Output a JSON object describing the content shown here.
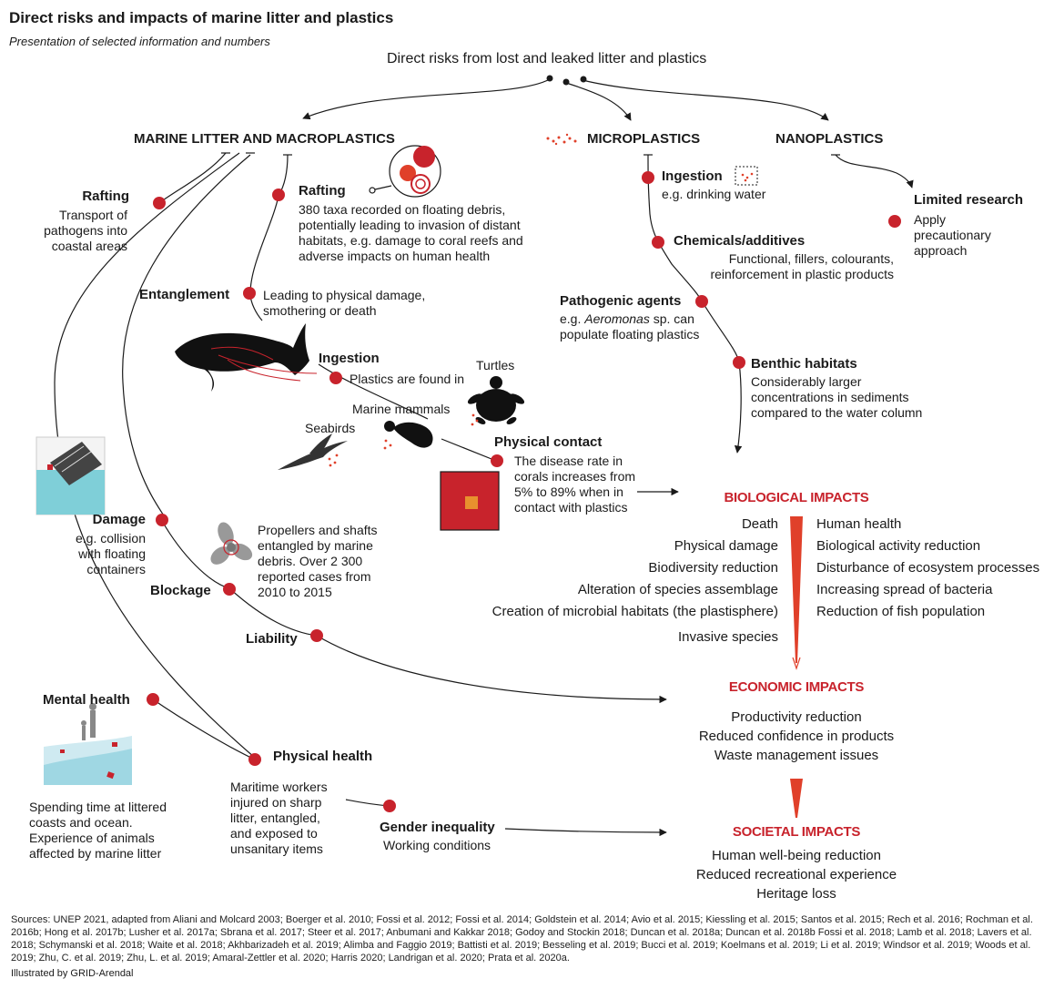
{
  "header": {
    "title": "Direct risks and impacts of marine litter and plastics",
    "subtitle": "Presentation of selected information and numbers"
  },
  "root": "Direct risks from lost and leaked litter and plastics",
  "categories": {
    "macro": "MARINE LITTER AND MACROPLASTICS",
    "micro": "MICROPLASTICS",
    "nano": "NANOPLASTICS"
  },
  "macro": {
    "rafting_left": {
      "title": "Rafting",
      "text": "Transport of\npathogens into\ncoastal areas"
    },
    "rafting_mid": {
      "title": "Rafting",
      "text": "380 taxa recorded on floating debris,\npotentially leading to invasion of distant\nhabitats, e.g. damage to coral reefs and\nadverse impacts on human health"
    },
    "entanglement": {
      "title": "Entanglement",
      "text": "Leading to physical damage,\nsmothering or death"
    },
    "ingestion": {
      "title": "Ingestion",
      "text": "Plastics are found in"
    },
    "animals": {
      "turtles": "Turtles",
      "mammals": "Marine mammals",
      "seabirds": "Seabirds"
    },
    "physical_contact": {
      "title": "Physical contact",
      "text": "The disease rate in\ncorals increases from\n5% to 89% when in\ncontact with plastics"
    },
    "damage": {
      "title": "Damage",
      "text": "e.g. collision\nwith floating\ncontainers"
    },
    "propellers": "Propellers and shafts\nentangled by marine\ndebris. Over 2 300\nreported cases from\n2010 to 2015",
    "blockage": "Blockage",
    "liability": "Liability",
    "mental_health": {
      "title": "Mental health",
      "text": "Spending time at littered\ncoasts and ocean.\nExperience of animals\naffected by marine litter"
    },
    "physical_health": {
      "title": "Physical health",
      "text": "Maritime workers\ninjured on sharp\nlitter, entangled,\nand exposed to\nunsanitary items"
    },
    "gender": {
      "title": "Gender inequality",
      "text": "Working conditions"
    }
  },
  "micro": {
    "ingestion": {
      "title": "Ingestion",
      "text": "e.g. drinking water"
    },
    "chemicals": {
      "title": "Chemicals/additives",
      "text": "Functional, fillers, colourants,\nreinforcement in plastic products"
    },
    "pathogenic": {
      "title": "Pathogenic agents",
      "text_prefix": "e.g.",
      "text_italic": "Aeromonas",
      "text_rest": "sp. can",
      "text_line2": "populate floating plastics"
    },
    "benthic": {
      "title": "Benthic habitats",
      "text": "Considerably larger\nconcentrations in sediments\ncompared to the water column"
    }
  },
  "nano": {
    "limited": {
      "title": "Limited research",
      "text": "Apply\nprecautionary\napproach"
    }
  },
  "biological": {
    "title": "BIOLOGICAL IMPACTS",
    "left": [
      "Death",
      "Physical damage",
      "Biodiversity reduction",
      "Alteration of species assemblage",
      "Creation of microbial habitats (the plastisphere)",
      "Invasive species"
    ],
    "right": [
      "Human health",
      "Biological activity reduction",
      "Disturbance of ecosystem processes",
      "Increasing spread of bacteria",
      "Reduction of fish population"
    ]
  },
  "economic": {
    "title": "ECONOMIC IMPACTS",
    "items": [
      "Productivity reduction",
      "Reduced confidence in products",
      "Waste management issues"
    ]
  },
  "societal": {
    "title": "SOCIETAL IMPACTS",
    "items": [
      "Human well-being reduction",
      "Reduced recreational experience",
      "Heritage loss"
    ]
  },
  "sources": "Sources: UNEP 2021, adapted from Aliani and Molcard 2003; Boerger et al. 2010; Fossi et al. 2012; Fossi et al. 2014; Goldstein et al. 2014; Avio et al. 2015; Kiessling et al. 2015; Santos et al. 2015; Rech et al. 2016; Rochman et al. 2016b; Hong et al. 2017b; Lusher et al. 2017a; Sbrana et al. 2017; Steer et al. 2017; Anbumani and Kakkar 2018; Godoy and Stockin 2018; Duncan et al. 2018a; Duncan et al. 2018b Fossi et al. 2018; Lamb et al. 2018; Lavers et al. 2018; Schymanski et al. 2018; Waite et al. 2018; Akhbarizadeh et al. 2019; Alimba and Faggio 2019; Battisti et al. 2019; Besseling et al. 2019; Bucci et al. 2019; Koelmans et al. 2019; Li et al. 2019; Windsor et al. 2019; Woods et al. 2019; Zhu, C. et al. 2019; Zhu, L. et al. 2019; Amaral-Zettler et al. 2020; Harris 2020; Landrigan et al. 2020; Prata et al. 2020a.",
  "credit": "Illustrated by GRID-Arendal",
  "colors": {
    "accent": "#c8232c",
    "ink": "#1a1a1a",
    "water": "#7fcfd8",
    "square_outer": "#c8232c",
    "square_inner": "#e8912e"
  }
}
